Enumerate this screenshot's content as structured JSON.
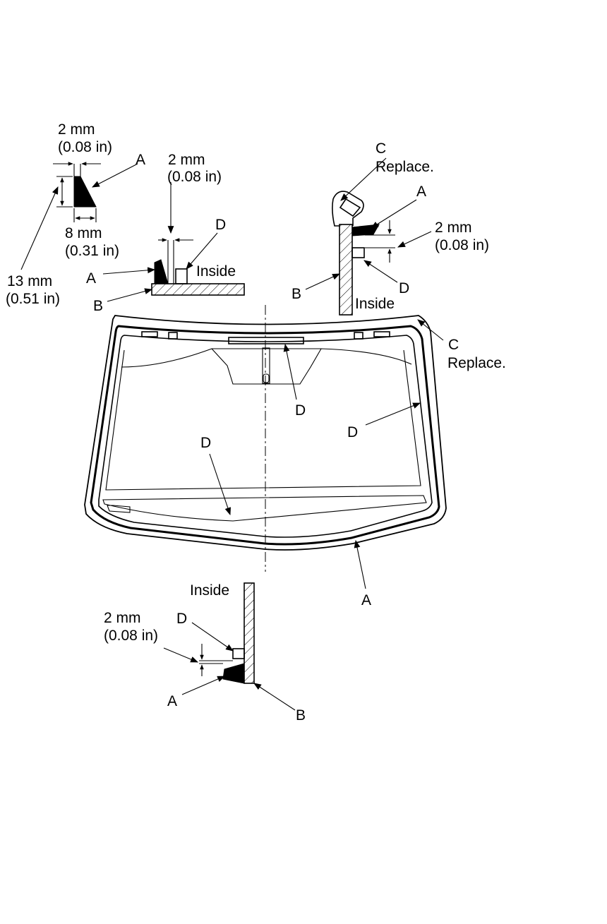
{
  "labels": {
    "a": "A",
    "b": "B",
    "c": "C",
    "d": "D",
    "replace": "Replace.",
    "inside": "Inside"
  },
  "dimensions": {
    "two_mm": "2 mm",
    "two_mm_in": "(0.08 in)",
    "eight_mm": "8 mm",
    "eight_mm_in": "(0.31 in)",
    "thirteen_mm": "13 mm",
    "thirteen_mm_in": "(0.51 in)"
  }
}
